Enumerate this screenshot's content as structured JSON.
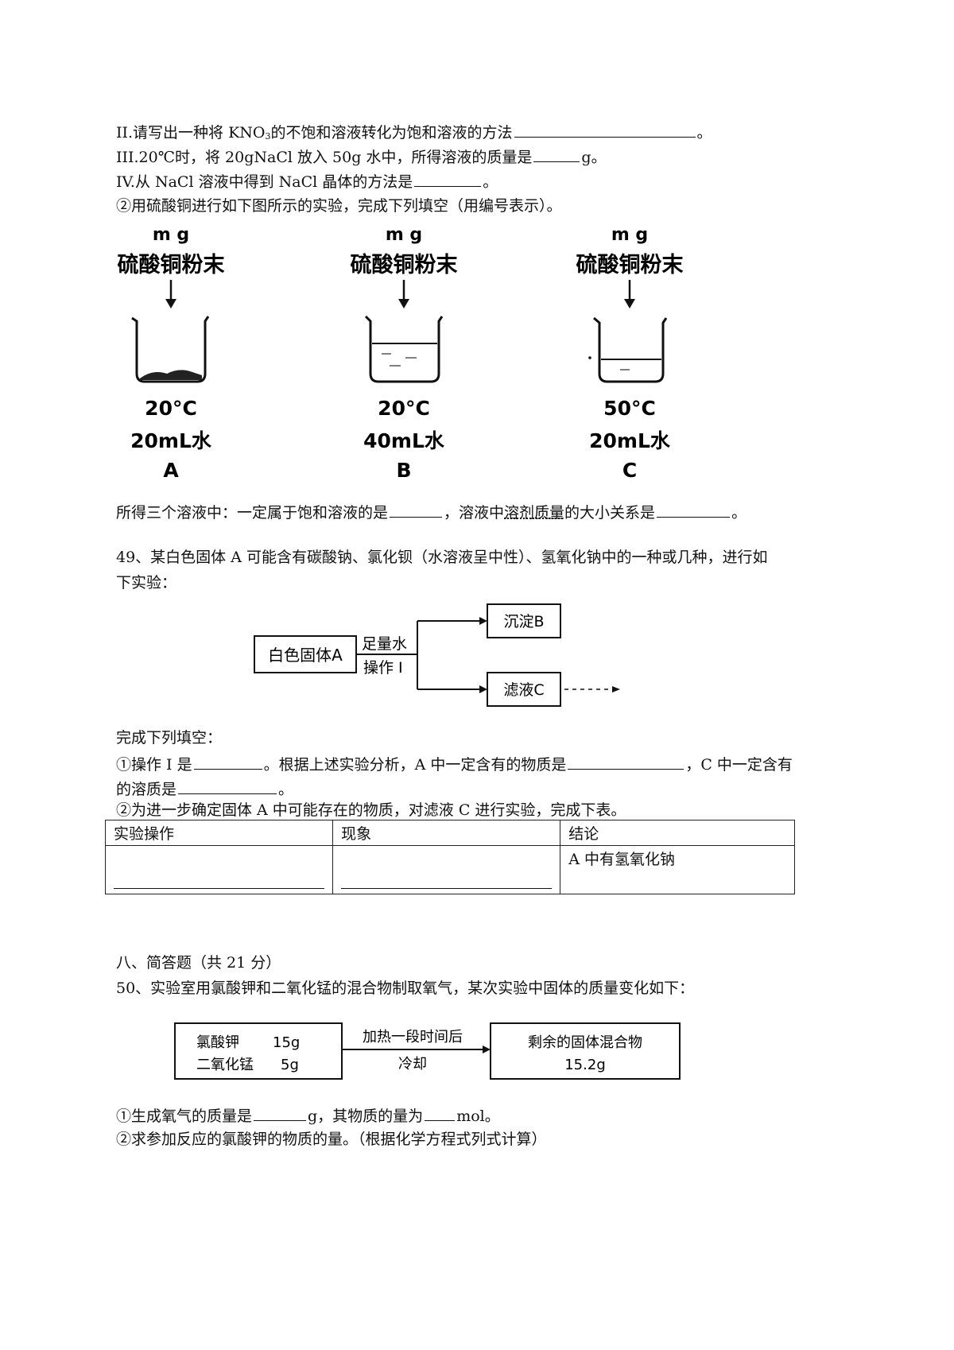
{
  "section7": {
    "q2_text": "II.请写出一种将 KNO",
    "q2_sub": "3",
    "q2_tail": "的不饱和溶液转化为饱和溶液的方法",
    "q2_end": "。",
    "q3_text": "III.20℃时，将 20gNaCl 放入 50g 水中，所得溶液的质量是",
    "q3_end": "g。",
    "q4_text": "IV.从 NaCl 溶液中得到 NaCl 晶体的方法是",
    "q4_end": "。",
    "q5_text": "②用硫酸铜进行如下图所示的实验，完成下列填空（用编号表示）。",
    "beakers": [
      {
        "mass": "m g",
        "reagent": "硫酸铜粉末",
        "temp": "20°C",
        "water": "20mL水",
        "label": "A"
      },
      {
        "mass": "m g",
        "reagent": "硫酸铜粉末",
        "temp": "20°C",
        "water": "40mL水",
        "label": "B"
      },
      {
        "mass": "m g",
        "reagent": "硫酸铜粉末",
        "temp": "50°C",
        "water": "20mL水",
        "label": "C"
      }
    ],
    "q6_a": "所得三个溶液中：一定属于饱和溶液的是",
    "q6_b": "，溶液中",
    "q6_dotted": "溶剂质量",
    "q6_c": "的大小关系是",
    "q6_end": "。"
  },
  "q49": {
    "intro_1": "49、某白色固体 A 可能含有碳酸钠、氯化钡（水溶液呈中性）、氢氧化钠中的一种或几种，进行如",
    "intro_2": "下实验：",
    "flow": {
      "start": "白色固体A",
      "step_top": "足量水",
      "step_bottom": "操作 I",
      "out_top": "沉淀B",
      "out_bottom": "滤液C"
    },
    "fill_intro": "完成下列填空：",
    "fill_1a": "①操作 I 是",
    "fill_1b": "。根据上述实验分析，A 中一定含有的物质是",
    "fill_1c": "，C 中一定含有",
    "fill_2a": "的溶质是",
    "fill_2b": "。",
    "fill_3": "②为进一步确定固体 A 中可能存在的物质，对滤液 C 进行实验，完成下表。",
    "table": {
      "headers": [
        "实验操作",
        "现象",
        "结论"
      ],
      "conclusion": "A 中有氢氧化钠"
    }
  },
  "section8": {
    "title": "八、简答题（共 21 分）",
    "q50_intro": "50、实验室用氯酸钾和二氧化锰的混合物制取氧气，某次实验中固体的质量变化如下：",
    "flow": {
      "kclo3_name": "氯酸钾",
      "kclo3_mass": "15g",
      "mno2_name": "二氧化锰",
      "mno2_mass": "5g",
      "arrow_top": "加热一段时间后",
      "arrow_bottom": "冷却",
      "result_name": "剩余的固体混合物",
      "result_mass": "15.2g"
    },
    "q50_1a": "①生成氧气的质量是",
    "q50_1b": "g，其物质的量为",
    "q50_1c": "mol。",
    "q50_2": "②求参加反应的氯酸钾的物质的量。（根据化学方程式列式计算）"
  }
}
